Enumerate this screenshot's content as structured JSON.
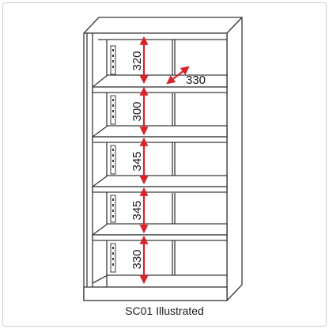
{
  "caption": "SC01 Illustrated",
  "dimensions": {
    "depth": "330",
    "shelf_gaps": [
      "320",
      "300",
      "345",
      "345",
      "330"
    ]
  },
  "colors": {
    "outline": "#3a3a3a",
    "arrow": "#d8232a",
    "border": "#cfcfcf",
    "background": "#ffffff"
  }
}
